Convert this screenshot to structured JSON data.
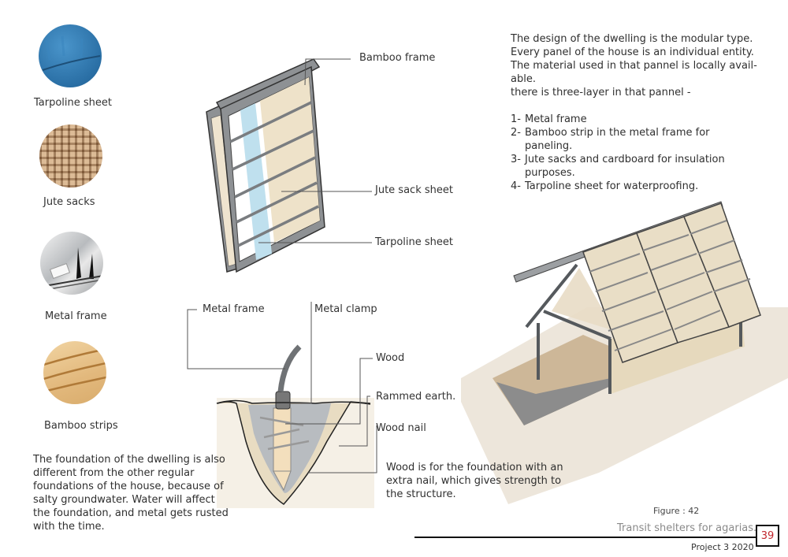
{
  "materials": [
    {
      "label": "Tarpoline sheet",
      "icon": "tarpaulin-texture-icon",
      "color": "#2f7bb3"
    },
    {
      "label": "Jute sacks",
      "icon": "jute-texture-icon",
      "color": "#c9a17a"
    },
    {
      "label": "Metal frame",
      "icon": "metal-texture-icon",
      "color": "#b9bcbf"
    },
    {
      "label": "Bamboo strips",
      "icon": "bamboo-texture-icon",
      "color": "#e3bf86"
    }
  ],
  "panel_diagram": {
    "callouts": {
      "bamboo_frame": "Bamboo frame",
      "jute_sack_sheet": "Jute sack sheet",
      "tarpoline_sheet": "Tarpoline sheet"
    }
  },
  "foundation_diagram": {
    "callouts": {
      "metal_frame": "Metal frame",
      "metal_clamp": "Metal clamp",
      "wood": "Wood",
      "rammed_earth": "Rammed earth.",
      "wood_nail": "Wood nail"
    },
    "caption": "Wood is for the foundation with an extra nail, which gives strength to the structure."
  },
  "intro": {
    "lines": [
      "The design of the dwelling is the modular type.",
      "Every panel of the house is an individual entity.",
      "The material used in that pannel is locally avail-",
      "able.",
      "there is three-layer in that pannel -"
    ],
    "list": [
      {
        "num": "1-",
        "text": "Metal frame"
      },
      {
        "num": "2-",
        "text": "Bamboo strip in the metal frame for paneling."
      },
      {
        "num": "3-",
        "text": "Jute sacks and cardboard for insulation purposes."
      },
      {
        "num": "4-",
        "text": "Tarpoline sheet for waterproofing."
      }
    ]
  },
  "foundation_note": "The foundation of the dwelling is also different from the other regular foundations of the house, because of salty groundwater. Water will affect the foundation, and metal gets rusted with the time.",
  "footer": {
    "figure": "Figure  : 42",
    "title": "Transit shelters for agarias.",
    "page_number": "39",
    "project": "Project 3  2020",
    "accent": "#c0262d"
  }
}
